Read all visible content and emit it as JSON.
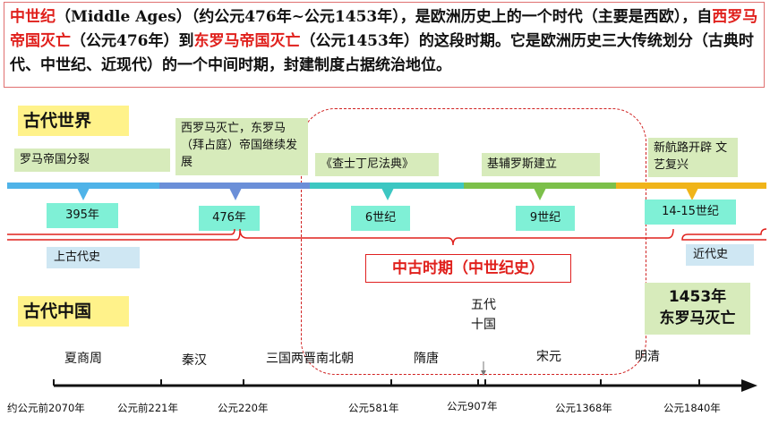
{
  "intro": {
    "term": "中世纪",
    "p1": "（Middle Ages）（约公元476年~公元1453年），是欧洲历史上的一个时代（主要是西欧），自",
    "west": "西罗马帝国灭亡",
    "p2": "（公元476年）到",
    "east": "东罗马帝国灭亡",
    "p3": "（公元1453年）的这段时期。它是欧洲历史三大传统划分（古典时代、中世纪、近现代）的一个中间时期，封建制度占据统治地位。"
  },
  "ancient_world": {
    "title": "古代世界",
    "events": [
      "罗马帝国分裂",
      "西罗马灭亡，东罗马（拜占庭）帝国继续发展",
      "《查士丁尼法典》",
      "基辅罗斯建立",
      "新航路开辟 文艺复兴"
    ],
    "dates": [
      "395年",
      "476年",
      "6世纪",
      "9世纪",
      "14-15世纪"
    ],
    "eras": {
      "ancient": "上古代史",
      "medieval": "中古时期（中世纪史）",
      "modern": "近代史"
    },
    "end_event_year": "1453年",
    "end_event_name": "东罗马灭亡"
  },
  "ancient_china": {
    "title": "古代中国",
    "periods": [
      "夏商周",
      "秦汉",
      "三国两晋南北朝",
      "隋唐",
      "五代",
      "十国",
      "宋元",
      "明清"
    ],
    "dates": [
      "约公元前2070年",
      "公元前221年",
      "公元220年",
      "公元581年",
      "公元907年",
      "公元1368年",
      "公元1840年"
    ]
  },
  "colors": {
    "seg1": "#4fb3e8",
    "seg2": "#6b8fd8",
    "seg3": "#3cc7c2",
    "seg4": "#7cc04a",
    "seg5": "#f0b419",
    "accent_red": "#e0201c"
  }
}
